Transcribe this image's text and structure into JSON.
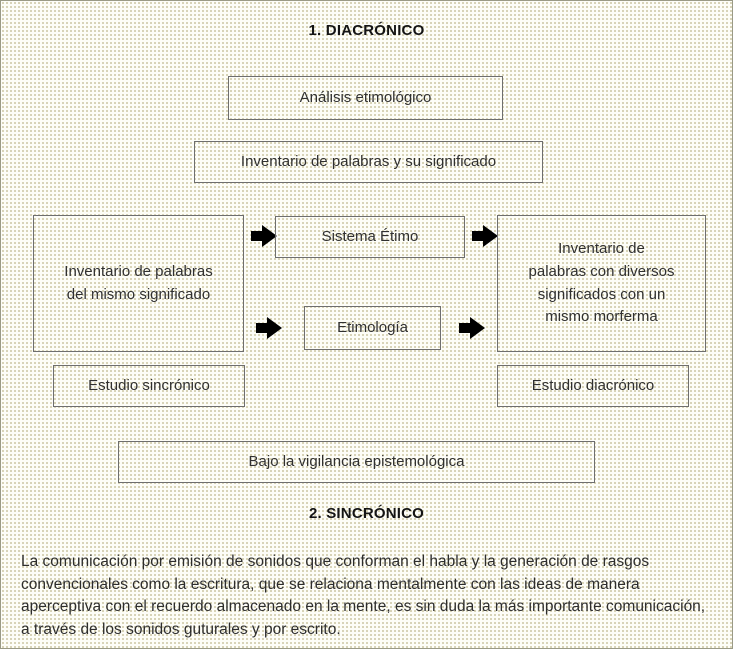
{
  "figure": {
    "title_top": "1. DIACRÓNICO",
    "title_bottom": "2. SINCRÓNICO",
    "background_color": "#fdfdf7",
    "dot_color": "#cfc9a8",
    "box_border_color": "#6e6e6e",
    "arrow_color": "#000000",
    "text_color": "#2d2d2d"
  },
  "boxes": {
    "analisis_etimologico": "Análisis etimológico",
    "inventario_palabras_significado": "Inventario de palabras y su significado",
    "inventario_mismo_significado": "Inventario de palabras\ndel mismo significado",
    "sistema_etimo": "Sistema Étimo",
    "etimologia": "Etimología",
    "inventario_diversos": "Inventario de\npalabras con diversos\nsignificados con un\nmismo morferma",
    "estudio_sincronico": "Estudio sincrónico",
    "estudio_diacronico": "Estudio diacrónico",
    "bajo_vigilancia": "Bajo la vigilancia epistemológica"
  },
  "arrows": [
    {
      "name": "arrow-inventario-to-sistema-etimo",
      "direction": "right"
    },
    {
      "name": "arrow-sistema-etimo-to-inventario-diversos",
      "direction": "right"
    },
    {
      "name": "arrow-inventario-to-etimologia",
      "direction": "right"
    },
    {
      "name": "arrow-etimologia-to-inventario-diversos",
      "direction": "right"
    }
  ],
  "paragraph": {
    "text": "La comunicación por emisión de sonidos que conforman el habla y la generación de rasgos convencionales como la escritura, que se relaciona mentalmente con las ideas de manera aperceptiva con el recuerdo almacenado en la mente, es sin duda la más importante comunicación, a través de los sonidos guturales y por escrito."
  }
}
